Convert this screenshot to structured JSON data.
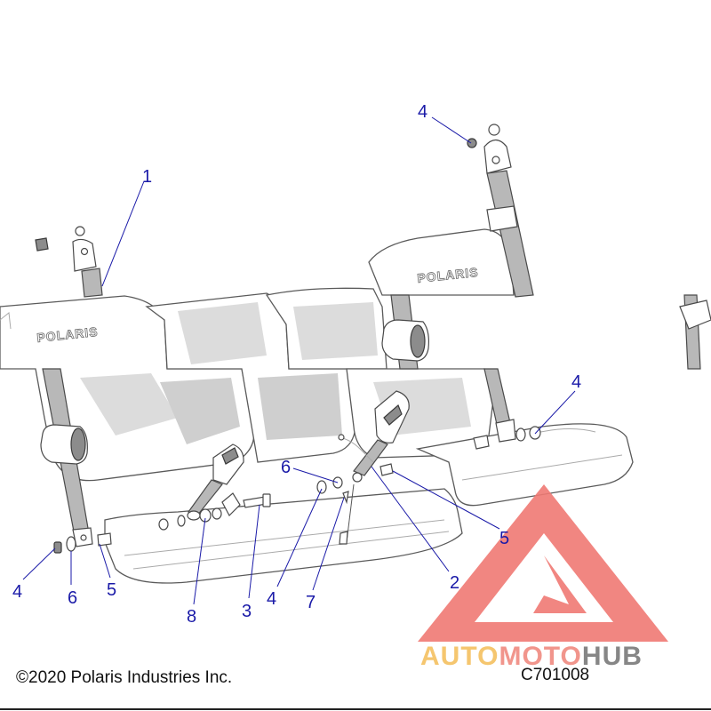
{
  "diagram": {
    "callouts": [
      {
        "id": "c1a",
        "label": "1"
      },
      {
        "id": "c4a",
        "label": "4"
      },
      {
        "id": "c4b",
        "label": "4"
      },
      {
        "id": "c6a",
        "label": "6"
      },
      {
        "id": "c5a",
        "label": "5"
      },
      {
        "id": "c2a",
        "label": "2"
      },
      {
        "id": "c4c",
        "label": "4"
      },
      {
        "id": "c6b",
        "label": "6"
      },
      {
        "id": "c5b",
        "label": "5"
      },
      {
        "id": "c8a",
        "label": "8"
      },
      {
        "id": "c3a",
        "label": "3"
      },
      {
        "id": "c4d",
        "label": "4"
      },
      {
        "id": "c7a",
        "label": "7"
      }
    ],
    "brand_left": "POLARIS",
    "brand_right": "POLARIS",
    "copyright": "©2020 Polaris Industries Inc.",
    "figure_code": "C701008"
  },
  "watermark": {
    "part1": "AUTO",
    "part2": "MOTO",
    "part3": "HUB",
    "color_auto": "#f5c060",
    "color_moto": "#f08a80",
    "color_hub": "#7a7a7a",
    "triangle_color": "#f07a74"
  },
  "colors": {
    "callout": "#1a1aa8"
  }
}
